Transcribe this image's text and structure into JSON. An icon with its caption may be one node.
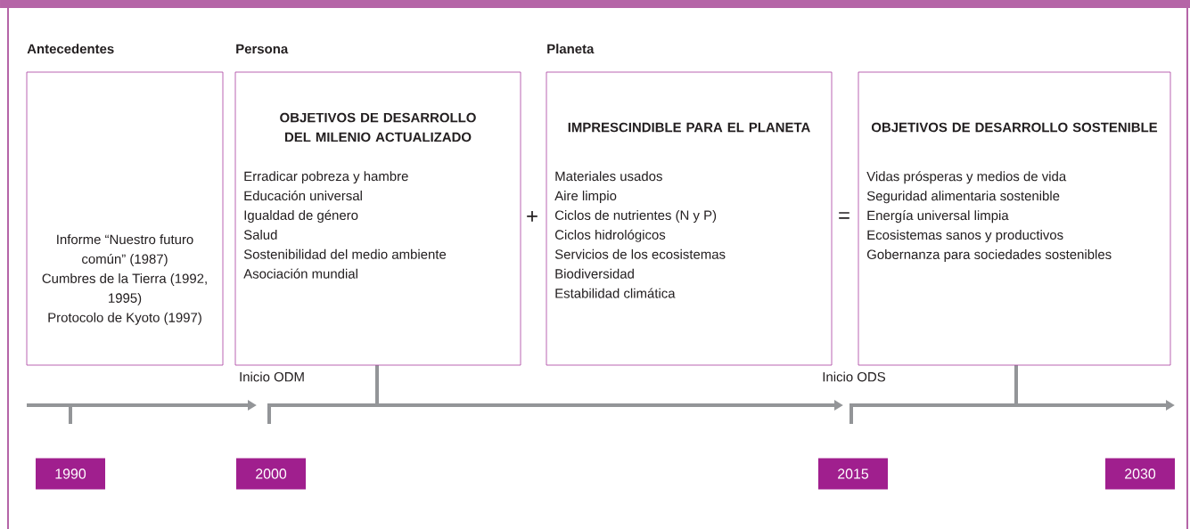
{
  "diagram": {
    "nodes": [
      {
        "text": [
          "Antecedentes",
          "Informe “Nuestro futuro común” (1987)",
          "Cumbres de la Tierra (1992, 1995)",
          "Protocolo de Kyoto (1997)"
        ]
      },
      {
        "text": [
          "Persona",
          "OBJETIVOS DE DESARROLLO DEL MILENIO ACTUALIZADO",
          "Erradicar pobreza y hambre",
          "Educación universal",
          "Igualdad de género",
          "Salud",
          "Sostenibilidad del medio ambiente",
          "Asociación mundial"
        ]
      },
      {
        "text": [
          "Planeta",
          "IMPRESCINDIBLE PARA EL PLANETA",
          "Materiales usados",
          "Aire limpio",
          "Ciclos de nutrientes (N y P)",
          "Ciclos hidrológicos",
          "Servicios de los ecosistemas",
          "Biodiversidad",
          "Estabilidad climática"
        ]
      },
      {
        "text": [
          "OBJETIVOS DE DESARROLLO SOSTENIBLE",
          "Vidas prósperas y medios de vida",
          "Seguridad alimentaria sostenible",
          "Energía universal limpia",
          "Ecosistemas sanos y productivos",
          "Gobernanza para sociedades sostenibles"
        ]
      },
      {
        "text": [
          "1990"
        ]
      },
      {
        "text": [
          "2000"
        ]
      },
      {
        "text": [
          "2015"
        ]
      },
      {
        "text": [
          "2030"
        ]
      }
    ],
    "edges": [],
    "labels": [
      "+",
      "=",
      "Inicio ODM",
      "Inicio ODS"
    ]
  }
}
